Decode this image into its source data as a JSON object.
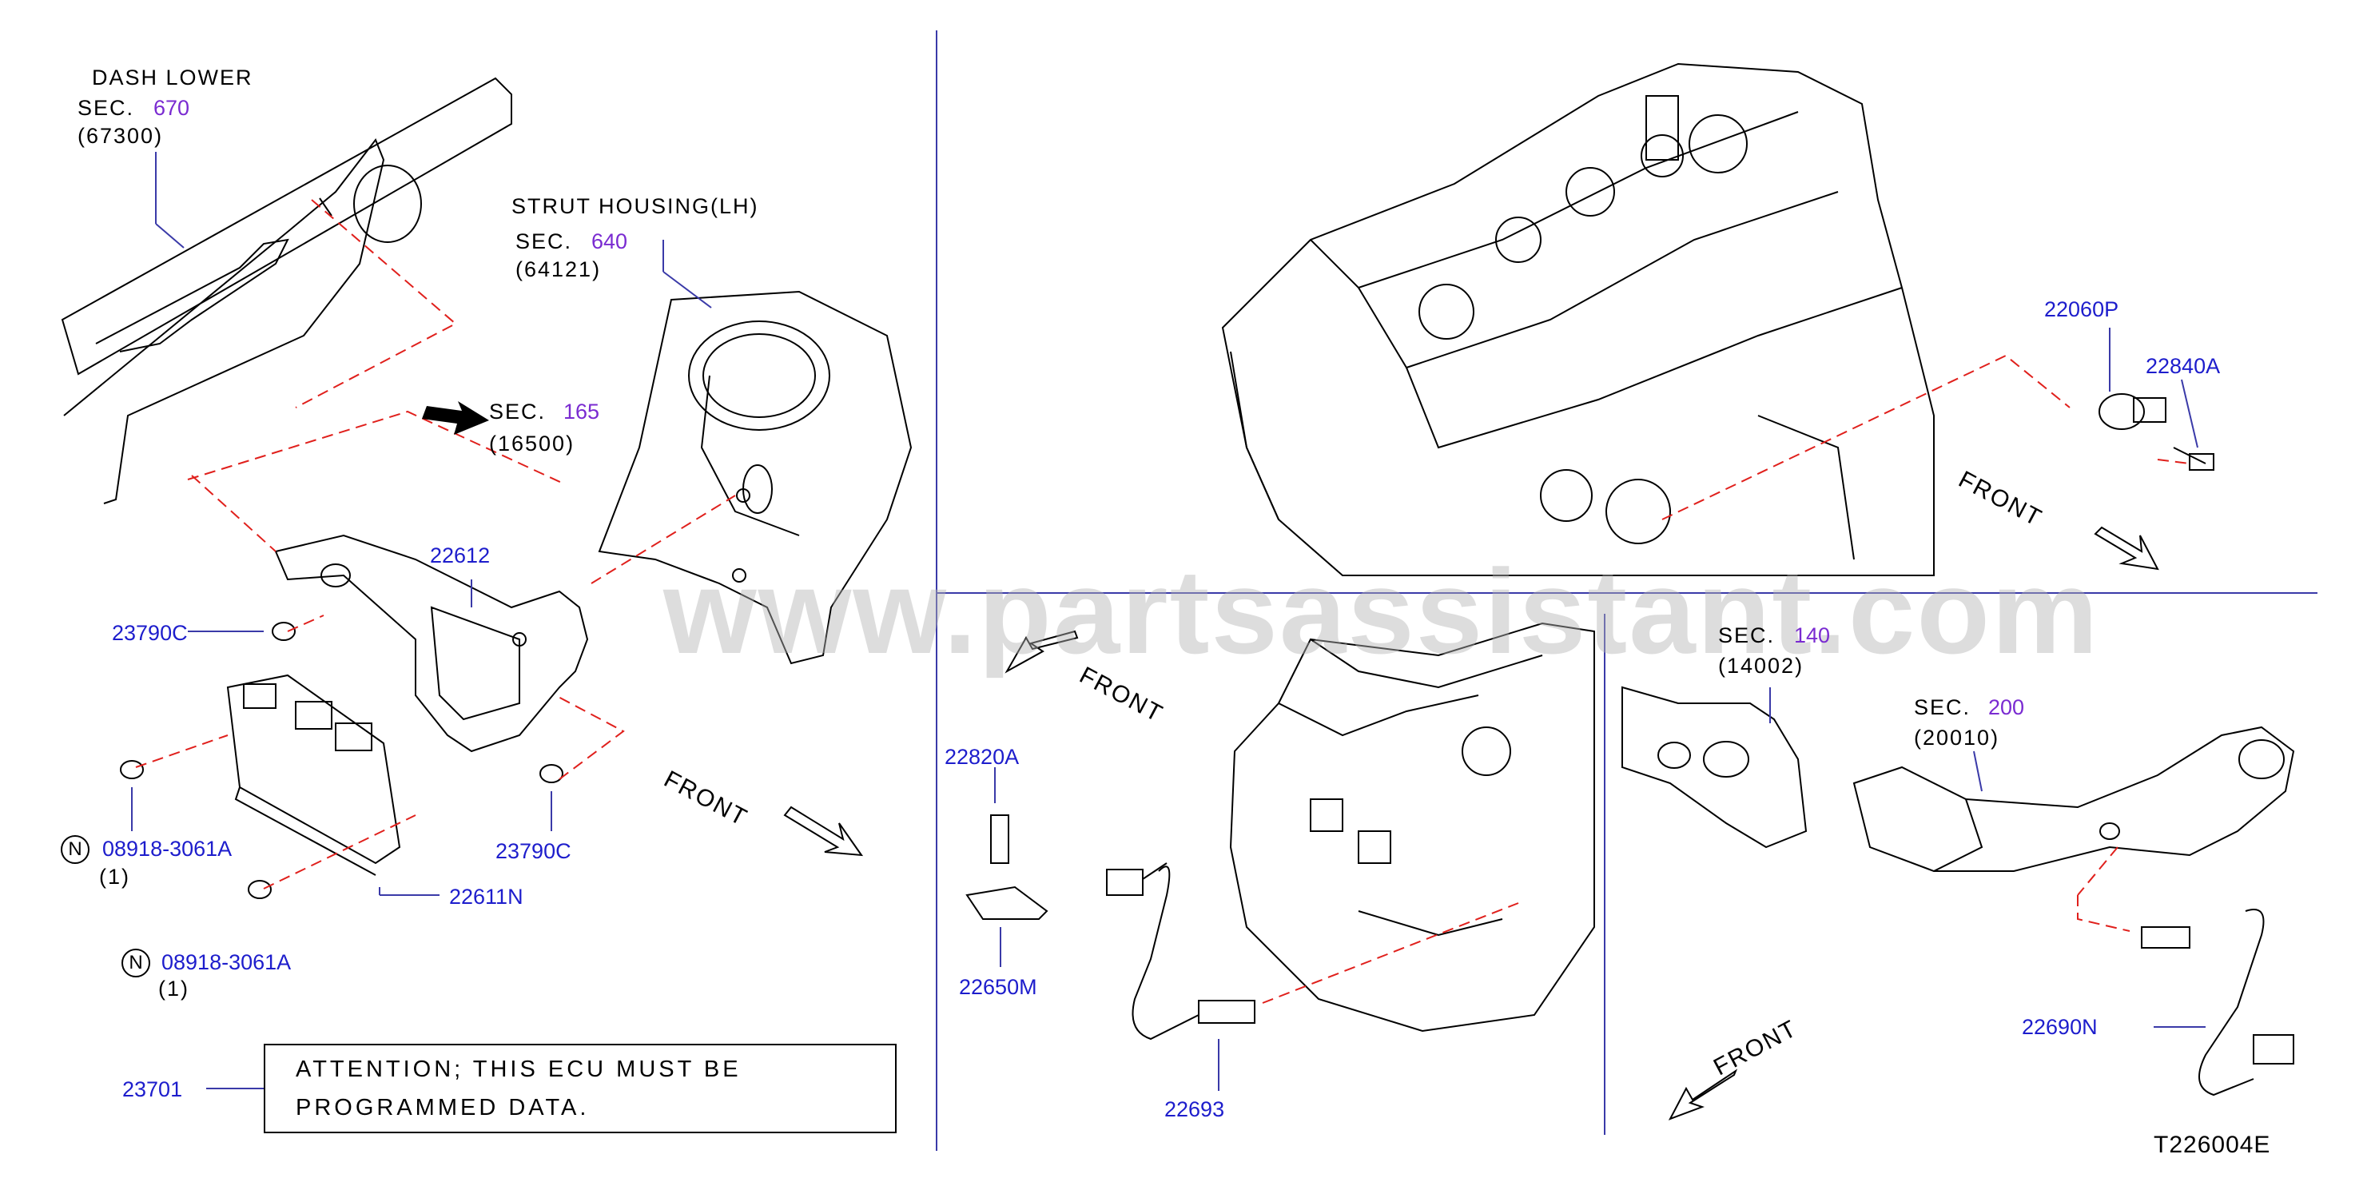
{
  "labels": {
    "dash_lower": {
      "title": "DASH   LOWER",
      "sec_prefix": "SEC.",
      "sec": "670",
      "code": "(67300)"
    },
    "strut_housing": {
      "title": "STRUT   HOUSING(LH)",
      "sec_prefix": "SEC.",
      "sec": "640",
      "code": "(64121)"
    },
    "sec165": {
      "sec_prefix": "SEC.",
      "sec": "165",
      "code": "(16500)"
    },
    "sec140": {
      "sec_prefix": "SEC.",
      "sec": "140",
      "code": "(14002)"
    },
    "sec200": {
      "sec_prefix": "SEC.",
      "sec": "200",
      "code": "(20010)"
    }
  },
  "parts": {
    "p22612": "22612",
    "p23790c_top": "23790C",
    "p23790c_bottom": "23790C",
    "p08918_a": "08918-3061A",
    "p08918_a_qty": "(1)",
    "p08918_b": "08918-3061A",
    "p08918_b_qty": "(1)",
    "n_symbol": "N",
    "p22611n": "22611N",
    "p23701": "23701",
    "p22060p": "22060P",
    "p22840a": "22840A",
    "p22820a": "22820A",
    "p22650m": "22650M",
    "p22693": "22693",
    "p22690n": "22690N"
  },
  "front_labels": {
    "left_panel": "FRONT",
    "top_right": "FRONT",
    "mid": "FRONT",
    "bottom_right": "FRONT"
  },
  "note": {
    "line1": "ATTENTION;  THIS  ECU  MUST  BE",
    "line2": "PROGRAMMED  DATA."
  },
  "diagram_id": "T226004E",
  "watermark": "www.partsassistant.com",
  "colors": {
    "part_number": "#1d1dcc",
    "section_number": "#7a2bd1",
    "line_art": "#000000",
    "dashed_guide": "#e0201c",
    "divider": "#3a3aa8"
  }
}
